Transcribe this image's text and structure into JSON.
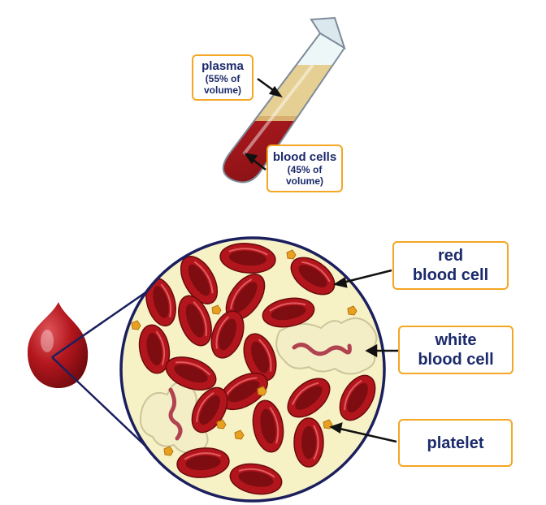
{
  "labels": {
    "plasma": {
      "name": "plasma",
      "detail_1": "(55% of",
      "detail_2": "volume)"
    },
    "blood_cells": {
      "name": "blood cells",
      "detail_1": "(45% of",
      "detail_2": "volume)"
    },
    "red_blood_cell": {
      "line_1": "red",
      "line_2": "blood cell"
    },
    "white_blood_cell": {
      "line_1": "white",
      "line_2": "blood cell"
    },
    "platelet": {
      "line_1": "platelet"
    }
  },
  "colors": {
    "label_border": "#f5a623",
    "label_text": "#1b2a6b",
    "plasma": "#e6cf93",
    "blood": "#8e1418",
    "outline": "#1b1f5e",
    "circle_background": "#f7f2c6"
  }
}
